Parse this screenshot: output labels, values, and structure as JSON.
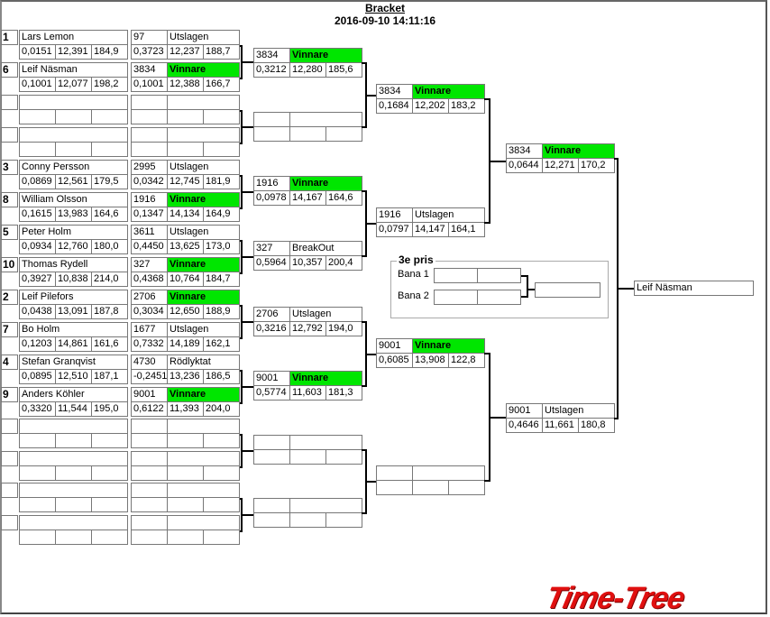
{
  "header": {
    "title": "Bracket",
    "datetime": "2016-09-10 14:11:16"
  },
  "colors": {
    "winner": "#00e600",
    "line": "#000000",
    "cell_border": "#777777",
    "logo": "#e01010"
  },
  "round1": [
    {
      "seed": "1",
      "name": "Lars Lemon",
      "rt": "0,0151",
      "et": "12,391",
      "speed": "184,9",
      "car": "97",
      "status": "Utslagen",
      "winner": false,
      "rt2": "0,3723",
      "et2": "12,237",
      "speed2": "188,7"
    },
    {
      "seed": "6",
      "name": "Leif Näsman",
      "rt": "0,1001",
      "et": "12,077",
      "speed": "198,2",
      "car": "3834",
      "status": "Vinnare",
      "winner": true,
      "rt2": "0,1001",
      "et2": "12,388",
      "speed2": "166,7"
    },
    {
      "seed": "",
      "name": "",
      "rt": "",
      "et": "",
      "speed": "",
      "car": "",
      "status": "",
      "winner": false,
      "rt2": "",
      "et2": "",
      "speed2": ""
    },
    {
      "seed": "",
      "name": "",
      "rt": "",
      "et": "",
      "speed": "",
      "car": "",
      "status": "",
      "winner": false,
      "rt2": "",
      "et2": "",
      "speed2": ""
    },
    {
      "seed": "3",
      "name": "Conny Persson",
      "rt": "0,0869",
      "et": "12,561",
      "speed": "179,5",
      "car": "2995",
      "status": "Utslagen",
      "winner": false,
      "rt2": "0,0342",
      "et2": "12,745",
      "speed2": "181,9"
    },
    {
      "seed": "8",
      "name": "William Olsson",
      "rt": "0,1615",
      "et": "13,983",
      "speed": "164,6",
      "car": "1916",
      "status": "Vinnare",
      "winner": true,
      "rt2": "0,1347",
      "et2": "14,134",
      "speed2": "164,9"
    },
    {
      "seed": "5",
      "name": "Peter Holm",
      "rt": "0,0934",
      "et": "12,760",
      "speed": "180,0",
      "car": "3611",
      "status": "Utslagen",
      "winner": false,
      "rt2": "0,4450",
      "et2": "13,625",
      "speed2": "173,0"
    },
    {
      "seed": "10",
      "name": "Thomas Rydell",
      "rt": "0,3927",
      "et": "10,838",
      "speed": "214,0",
      "car": "327",
      "status": "Vinnare",
      "winner": true,
      "rt2": "0,4368",
      "et2": "10,764",
      "speed2": "184,7"
    },
    {
      "seed": "2",
      "name": "Leif Pilefors",
      "rt": "0,0438",
      "et": "13,091",
      "speed": "187,8",
      "car": "2706",
      "status": "Vinnare",
      "winner": true,
      "rt2": "0,3034",
      "et2": "12,650",
      "speed2": "188,9"
    },
    {
      "seed": "7",
      "name": "Bo Holm",
      "rt": "0,1203",
      "et": "14,861",
      "speed": "161,6",
      "car": "1677",
      "status": "Utslagen",
      "winner": false,
      "rt2": "0,7332",
      "et2": "14,189",
      "speed2": "162,1"
    },
    {
      "seed": "4",
      "name": "Stefan Granqvist",
      "rt": "0,0895",
      "et": "12,510",
      "speed": "187,1",
      "car": "4730",
      "status": "Rödlyktat",
      "winner": false,
      "rt2": "-0,2451",
      "et2": "13,236",
      "speed2": "186,5"
    },
    {
      "seed": "9",
      "name": "Anders Köhler",
      "rt": "0,3320",
      "et": "11,544",
      "speed": "195,0",
      "car": "9001",
      "status": "Vinnare",
      "winner": true,
      "rt2": "0,6122",
      "et2": "11,393",
      "speed2": "204,0"
    },
    {
      "seed": "",
      "name": "",
      "rt": "",
      "et": "",
      "speed": "",
      "car": "",
      "status": "",
      "winner": false,
      "rt2": "",
      "et2": "",
      "speed2": ""
    },
    {
      "seed": "",
      "name": "",
      "rt": "",
      "et": "",
      "speed": "",
      "car": "",
      "status": "",
      "winner": false,
      "rt2": "",
      "et2": "",
      "speed2": ""
    },
    {
      "seed": "",
      "name": "",
      "rt": "",
      "et": "",
      "speed": "",
      "car": "",
      "status": "",
      "winner": false,
      "rt2": "",
      "et2": "",
      "speed2": ""
    },
    {
      "seed": "",
      "name": "",
      "rt": "",
      "et": "",
      "speed": "",
      "car": "",
      "status": "",
      "winner": false,
      "rt2": "",
      "et2": "",
      "speed2": ""
    }
  ],
  "round2": [
    {
      "car": "3834",
      "status": "Vinnare",
      "winner": true,
      "rt": "0,3212",
      "et": "12,280",
      "speed": "185,6"
    },
    {
      "car": "",
      "status": "",
      "winner": false,
      "rt": "",
      "et": "",
      "speed": ""
    },
    {
      "car": "1916",
      "status": "Vinnare",
      "winner": true,
      "rt": "0,0978",
      "et": "14,167",
      "speed": "164,6"
    },
    {
      "car": "327",
      "status": "BreakOut",
      "winner": false,
      "rt": "0,5964",
      "et": "10,357",
      "speed": "200,4"
    },
    {
      "car": "2706",
      "status": "Utslagen",
      "winner": false,
      "rt": "0,3216",
      "et": "12,792",
      "speed": "194,0"
    },
    {
      "car": "9001",
      "status": "Vinnare",
      "winner": true,
      "rt": "0,5774",
      "et": "11,603",
      "speed": "181,3"
    },
    {
      "car": "",
      "status": "",
      "winner": false,
      "rt": "",
      "et": "",
      "speed": ""
    },
    {
      "car": "",
      "status": "",
      "winner": false,
      "rt": "",
      "et": "",
      "speed": ""
    }
  ],
  "round3": [
    {
      "car": "3834",
      "status": "Vinnare",
      "winner": true,
      "rt": "0,1684",
      "et": "12,202",
      "speed": "183,2"
    },
    {
      "car": "1916",
      "status": "Utslagen",
      "winner": false,
      "rt": "0,0797",
      "et": "14,147",
      "speed": "164,1"
    },
    {
      "car": "9001",
      "status": "Vinnare",
      "winner": true,
      "rt": "0,6085",
      "et": "13,908",
      "speed": "122,8"
    },
    {
      "car": "",
      "status": "",
      "winner": false,
      "rt": "",
      "et": "",
      "speed": ""
    }
  ],
  "round4": [
    {
      "car": "3834",
      "status": "Vinnare",
      "winner": true,
      "rt": "0,0644",
      "et": "12,271",
      "speed": "170,2"
    },
    {
      "car": "9001",
      "status": "Utslagen",
      "winner": false,
      "rt": "0,4646",
      "et": "11,661",
      "speed": "180,8"
    }
  ],
  "champion": "Leif Näsman",
  "third_place": {
    "label": "3e pris",
    "lane1": "Bana 1",
    "lane2": "Bana 2",
    "lane1_values": [
      "",
      ""
    ],
    "lane2_values": [
      "",
      ""
    ],
    "winner": ""
  },
  "logo": "Time-Tree"
}
